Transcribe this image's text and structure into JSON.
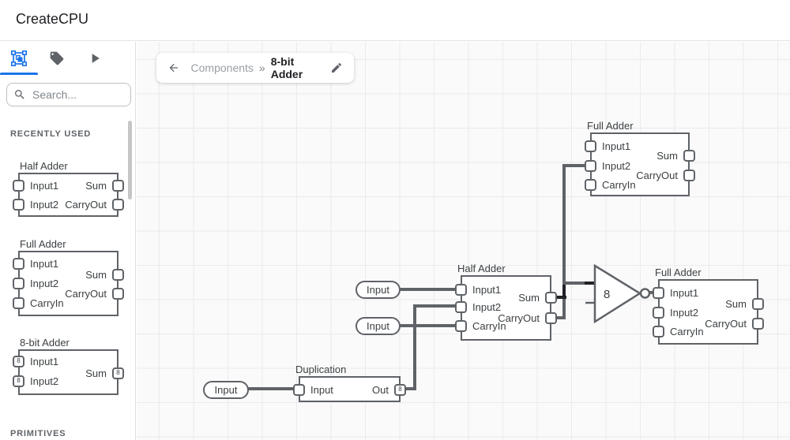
{
  "header": {
    "title": "CreateCPU"
  },
  "sidebar": {
    "tabs": {
      "components_icon": "component-select-icon",
      "tag_icon": "tag-icon",
      "play_icon": "play-icon"
    },
    "search_placeholder": "Search...",
    "recent_label": "RECENTLY USED",
    "primitives_label": "PRIMITIVES",
    "half_adder": {
      "title": "Half Adder",
      "in1": "Input1",
      "in2": "Input2",
      "out1": "Sum",
      "out2": "CarryOut"
    },
    "full_adder": {
      "title": "Full Adder",
      "in1": "Input1",
      "in2": "Input2",
      "in3": "CarryIn",
      "out1": "Sum",
      "out2": "CarryOut"
    },
    "adder8": {
      "title": "8-bit Adder",
      "in1": "Input1",
      "in2": "Input2",
      "out1": "Sum",
      "bus_width": "8"
    }
  },
  "breadcrumb": {
    "root": "Components",
    "separator": "»",
    "current": "8-bit Adder"
  },
  "canvas": {
    "fa_top": {
      "title": "Full Adder",
      "in1": "Input1",
      "in2": "Input2",
      "in3": "CarryIn",
      "out1": "Sum",
      "out2": "CarryOut"
    },
    "half_adder": {
      "title": "Half Adder",
      "in1": "Input1",
      "in2": "Input2",
      "in3": "CarryIn",
      "out1": "Sum",
      "out2": "CarryOut"
    },
    "fa_right": {
      "title": "Full Adder",
      "in1": "Input1",
      "in2": "Input2",
      "in3": "CarryIn",
      "out1": "Sum",
      "out2": "CarryOut"
    },
    "duplication": {
      "title": "Duplication",
      "in1": "Input",
      "out1": "Out",
      "bus_width": "8"
    },
    "not_gate": {
      "label": "8"
    },
    "inputs": {
      "a": "Input",
      "b": "Input",
      "c": "Input"
    }
  },
  "colors": {
    "accent": "#1a73e8",
    "wire": "#5f6368",
    "wire_active": "#202124",
    "grid": "#ebebeb"
  }
}
